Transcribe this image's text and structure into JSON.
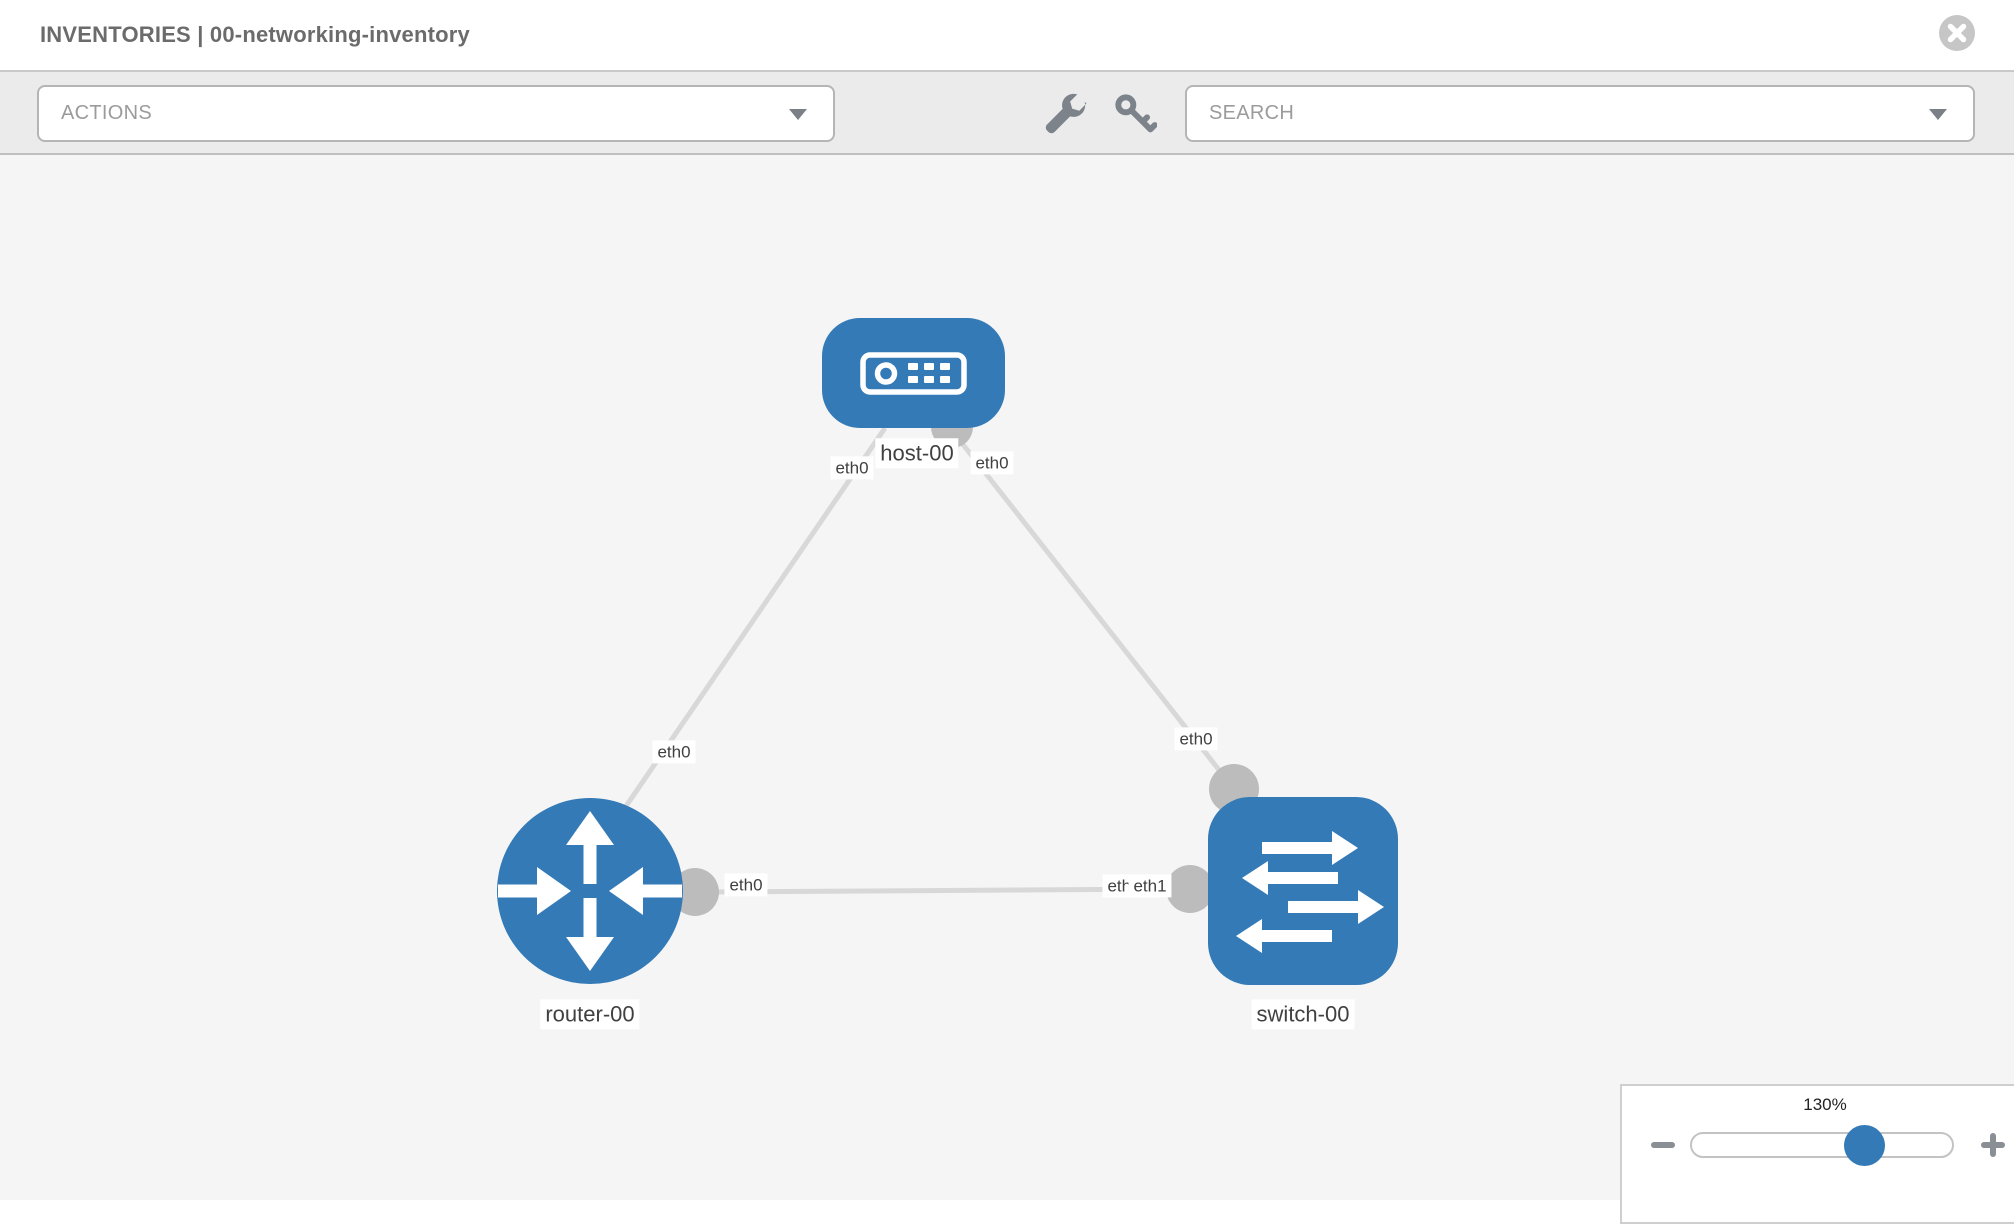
{
  "header": {
    "title": "INVENTORIES | 00-networking-inventory",
    "close_icon": "circle-x"
  },
  "toolbar": {
    "actions_dropdown": {
      "label": "ACTIONS",
      "caret_icon": "chevron-down"
    },
    "tools": [
      {
        "icon": "wrench-icon"
      },
      {
        "icon": "key-icon"
      }
    ],
    "search_dropdown": {
      "placeholder": "SEARCH",
      "caret_icon": "chevron-down"
    }
  },
  "topology": {
    "nodes": [
      {
        "id": "host-00",
        "label": "host-00",
        "type": "host",
        "icon": "host-server-icon"
      },
      {
        "id": "router-00",
        "label": "router-00",
        "type": "router",
        "icon": "router-arrows-icon"
      },
      {
        "id": "switch-00",
        "label": "switch-00",
        "type": "switch",
        "icon": "switch-arrows-icon"
      }
    ],
    "interface_labels": {
      "host_left": "eth0",
      "host_right": "eth0",
      "router_uplink": "eth0",
      "switch_uplink": "eth0",
      "router_lan": "eth0",
      "switch_lan_rear": "eth0",
      "switch_lan_front": "eth1"
    },
    "links": [
      {
        "from": "router-00",
        "from_if": "eth0",
        "to": "host-00",
        "to_if": "eth0"
      },
      {
        "from": "switch-00",
        "from_if": "eth0",
        "to": "host-00",
        "to_if": "eth0"
      },
      {
        "from": "router-00",
        "from_if": "eth0",
        "to": "switch-00",
        "to_if": "eth1"
      }
    ]
  },
  "zoom_control": {
    "value": "130%"
  },
  "colors": {
    "node_blue": "#337ab7",
    "link_gray": "#d8d8d8",
    "connector_gray": "#bcbcbc",
    "toolbar_bg": "#ebebeb",
    "canvas_bg": "#f5f5f5",
    "title_gray": "#6b6b6b"
  }
}
